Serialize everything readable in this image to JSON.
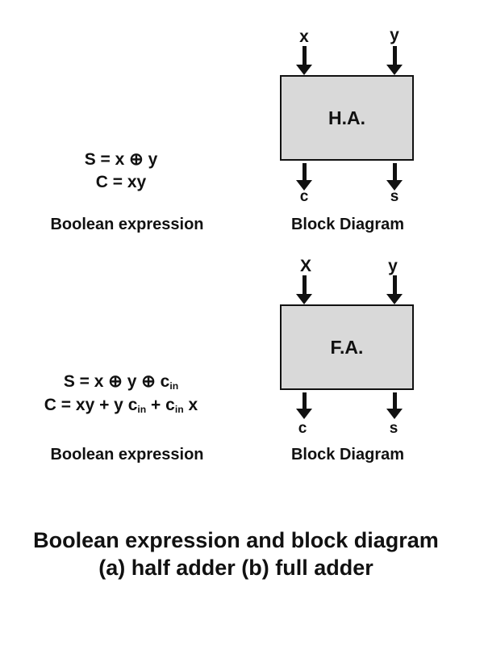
{
  "canvas": {
    "background_color": "#ffffff",
    "ink_color": "#111111",
    "box_fill_color": "#d9d9d9"
  },
  "half_adder": {
    "input_x": "x",
    "input_y": "y",
    "box_label": "H.A.",
    "output_c": "c",
    "output_s": "s",
    "block_caption": "Block Diagram",
    "expression": {
      "line1": "S = x ⊕ y",
      "line2": "C = xy",
      "caption": "Boolean expression"
    }
  },
  "full_adder": {
    "input_x": "X",
    "input_y": "y",
    "box_label": "F.A.",
    "output_c": "c",
    "output_s": "s",
    "block_caption": "Block Diagram",
    "expression": {
      "line1_parts": [
        "S = x ⊕ y ⊕ c",
        "in"
      ],
      "line2_parts": [
        "C = xy + y c",
        "in",
        " + c",
        "in",
        " x"
      ],
      "caption": "Boolean expression"
    }
  },
  "figure_caption": {
    "line1": "Boolean expression and block diagram",
    "line2": "(a) half adder (b) full adder"
  }
}
